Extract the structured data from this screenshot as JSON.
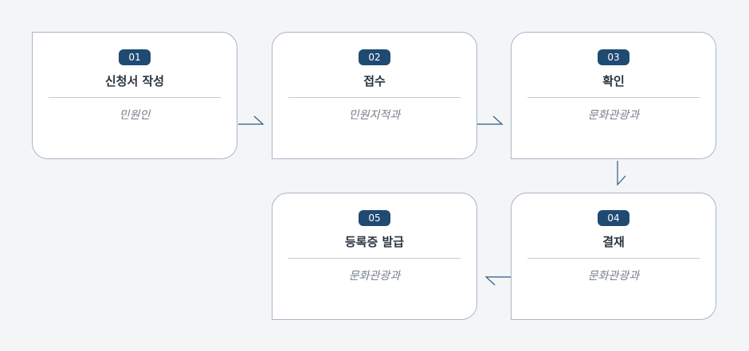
{
  "steps": [
    {
      "number": "01",
      "title": "신청서 작성",
      "department": "민원인"
    },
    {
      "number": "02",
      "title": "접수",
      "department": "민원지적과"
    },
    {
      "number": "03",
      "title": "확인",
      "department": "문화관광과"
    },
    {
      "number": "04",
      "title": "결재",
      "department": "문화관광과"
    },
    {
      "number": "05",
      "title": "등록증 발급",
      "department": "문화관광과"
    }
  ],
  "colors": {
    "badge": "#1f4a72",
    "border": "#a9b6c6",
    "arrow": "#2f5a80",
    "background": "#f4f5f7"
  }
}
